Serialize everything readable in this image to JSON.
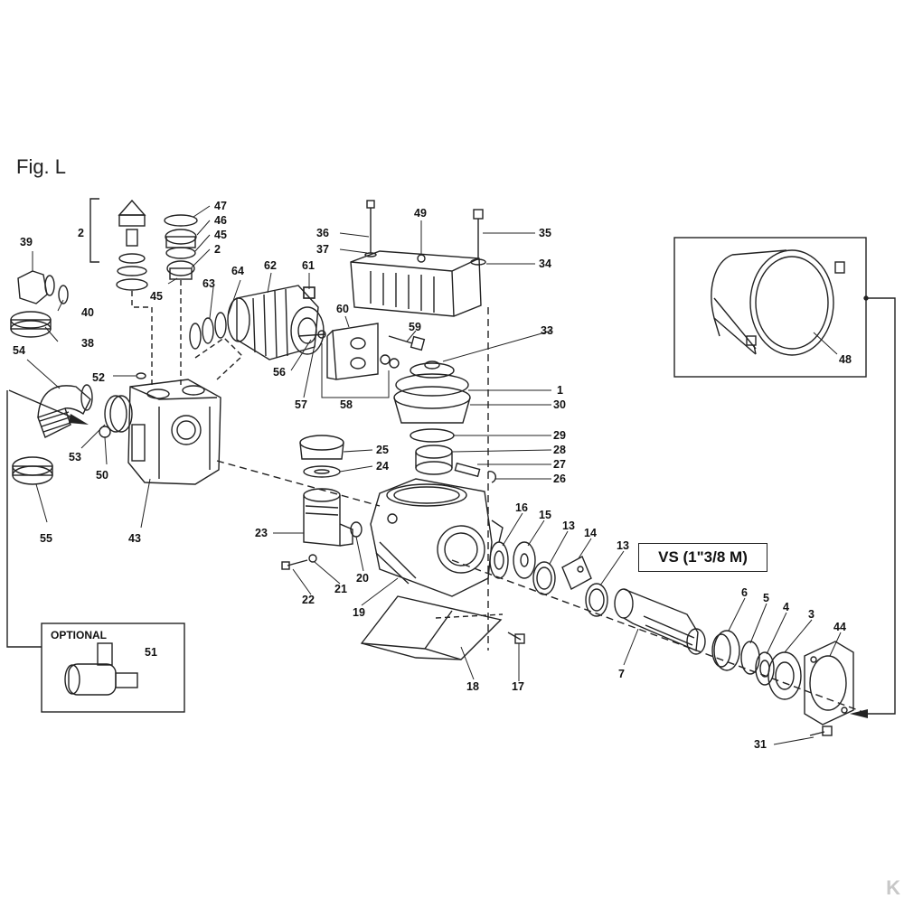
{
  "figure": {
    "title": "Fig. L",
    "variant_label": "VS (1\"3/8 M)",
    "optional_label": "OPTIONAL",
    "watermark": "K"
  },
  "part_numbers": [
    "1",
    "2",
    "3",
    "4",
    "5",
    "6",
    "7",
    "13",
    "14",
    "15",
    "16",
    "17",
    "18",
    "19",
    "20",
    "21",
    "22",
    "23",
    "24",
    "25",
    "26",
    "27",
    "28",
    "29",
    "30",
    "31",
    "33",
    "34",
    "35",
    "36",
    "37",
    "38",
    "39",
    "40",
    "43",
    "44",
    "45",
    "46",
    "47",
    "48",
    "49",
    "50",
    "51",
    "52",
    "53",
    "54",
    "55",
    "56",
    "57",
    "58",
    "59",
    "60",
    "61",
    "62",
    "63",
    "64"
  ]
}
